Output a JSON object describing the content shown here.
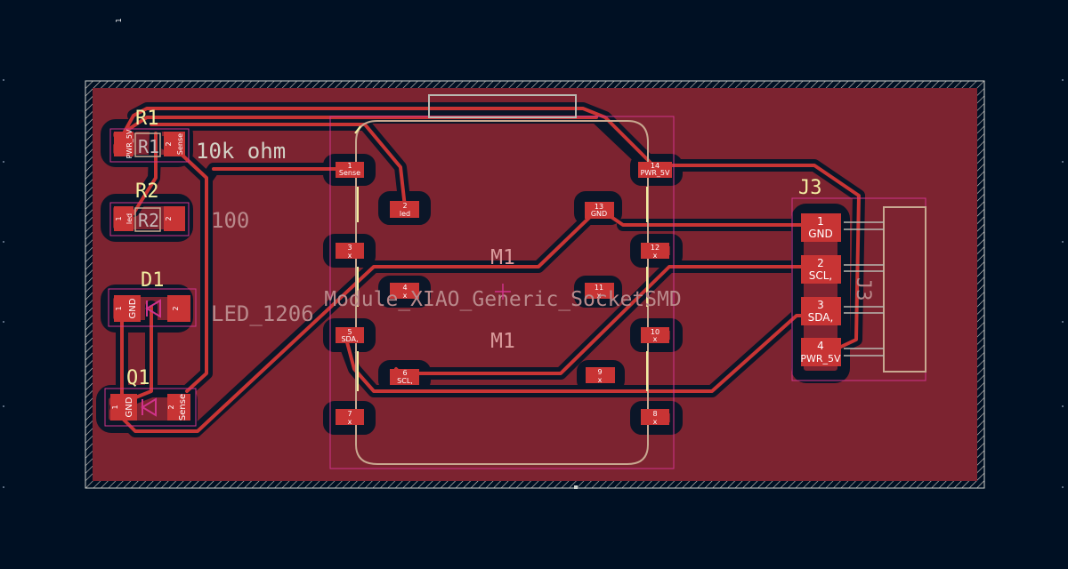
{
  "colors": {
    "background": "#001023",
    "board_fill": "#7c2330",
    "copper": "#c83434",
    "copper_fill": "#7c2330",
    "clearance": "#0b1628",
    "silkscreen": "#f2eda1",
    "courtyard": "#d0338a",
    "fab": "#c8a890",
    "edge_cuts": "#d0d2cd"
  },
  "footprints": {
    "r1": {
      "ref": "R1",
      "value": "10k ohm",
      "pads": [
        {
          "num": "1",
          "net": "PWR_5V"
        },
        {
          "num": "2",
          "net": "Sense"
        }
      ]
    },
    "r2": {
      "ref": "R2",
      "value": "100",
      "pads": [
        {
          "num": "1",
          "net": "led"
        },
        {
          "num": "2",
          "net": ""
        }
      ]
    },
    "d1": {
      "ref": "D1",
      "value": "LED_1206",
      "pads": [
        {
          "num": "1",
          "net": "GND"
        },
        {
          "num": "2",
          "net": ""
        }
      ]
    },
    "q1": {
      "ref": "Q1",
      "value": "",
      "pads": [
        {
          "num": "1",
          "net": "GND"
        },
        {
          "num": "2",
          "net": "Sense"
        }
      ]
    },
    "j3": {
      "ref": "J3",
      "value": "J3",
      "pads": [
        {
          "num": "1",
          "net": "GND"
        },
        {
          "num": "2",
          "net": "SCL,"
        },
        {
          "num": "3",
          "net": "SDA,"
        },
        {
          "num": "4",
          "net": "PWR_5V"
        }
      ]
    },
    "m1": {
      "ref": "M1",
      "value": "Module_XIAO_Generic_SocketSMD",
      "pads": [
        {
          "num": "1",
          "net": "Sense"
        },
        {
          "num": "2",
          "net": "led"
        },
        {
          "num": "3",
          "net": "x"
        },
        {
          "num": "4",
          "net": "x"
        },
        {
          "num": "5",
          "net": "SDA,"
        },
        {
          "num": "6",
          "net": "SCL,"
        },
        {
          "num": "7",
          "net": "x"
        },
        {
          "num": "8",
          "net": "x"
        },
        {
          "num": "9",
          "net": "x"
        },
        {
          "num": "10",
          "net": "x"
        },
        {
          "num": "11",
          "net": "x"
        },
        {
          "num": "12",
          "net": "x"
        },
        {
          "num": "13",
          "net": "GND"
        },
        {
          "num": "14",
          "net": "PWR_5V"
        }
      ]
    }
  }
}
